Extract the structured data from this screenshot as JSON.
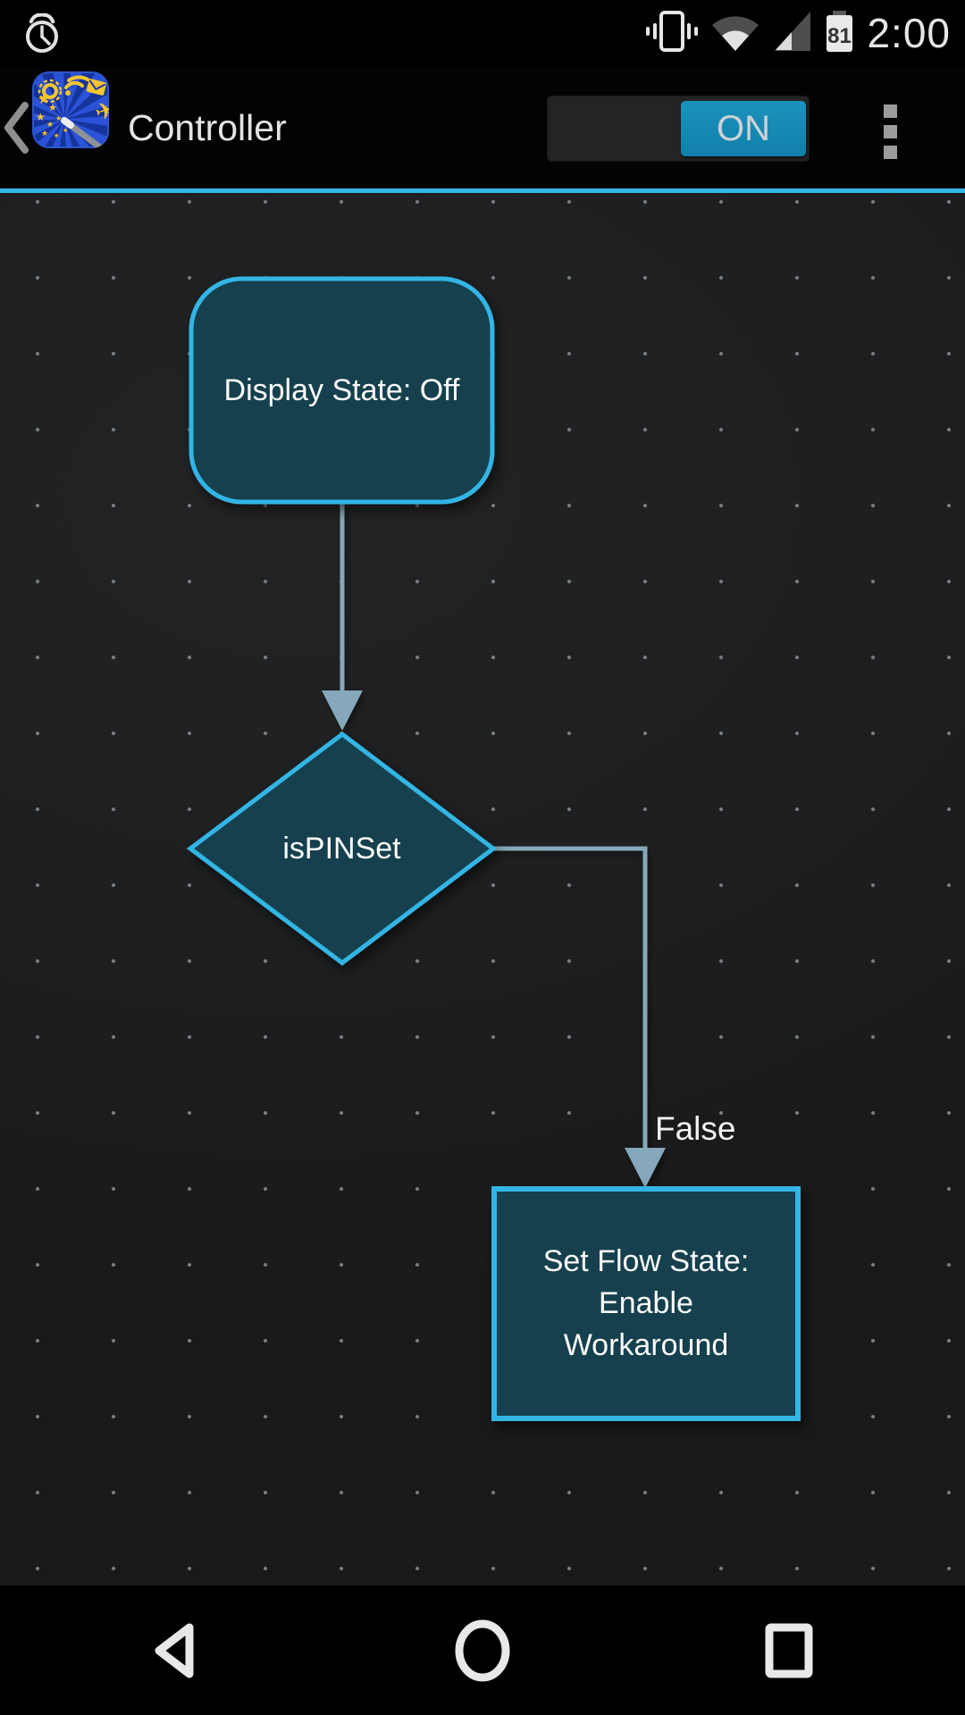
{
  "status_bar": {
    "time": "2:00",
    "battery_percent": "81",
    "icons": [
      "alarm-icon",
      "vibrate-icon",
      "wifi-icon",
      "cell-signal-icon",
      "battery-icon"
    ]
  },
  "header": {
    "title": "Controller",
    "toggle_label": "ON",
    "icons": [
      "back-chevron-icon",
      "app-icon",
      "overflow-menu-icon"
    ]
  },
  "flowchart": {
    "nodes": [
      {
        "type": "action-rounded-rect",
        "label": "Display State: Off"
      },
      {
        "type": "condition-diamond",
        "label": "isPINSet"
      },
      {
        "type": "action-rect",
        "label": "Set Flow State:\nEnable\nWorkaround"
      }
    ],
    "edge_labels": {
      "false_branch": "False"
    }
  },
  "nav_bar": {
    "icons": [
      "back-icon",
      "home-icon",
      "recents-icon"
    ]
  },
  "colors": {
    "accent_blue": "#33b5e5",
    "node_fill": "#173f4e",
    "connector": "#85a8ba",
    "canvas_bg": "#1d1e1f",
    "toggle_on_blue": "#1487b2"
  }
}
